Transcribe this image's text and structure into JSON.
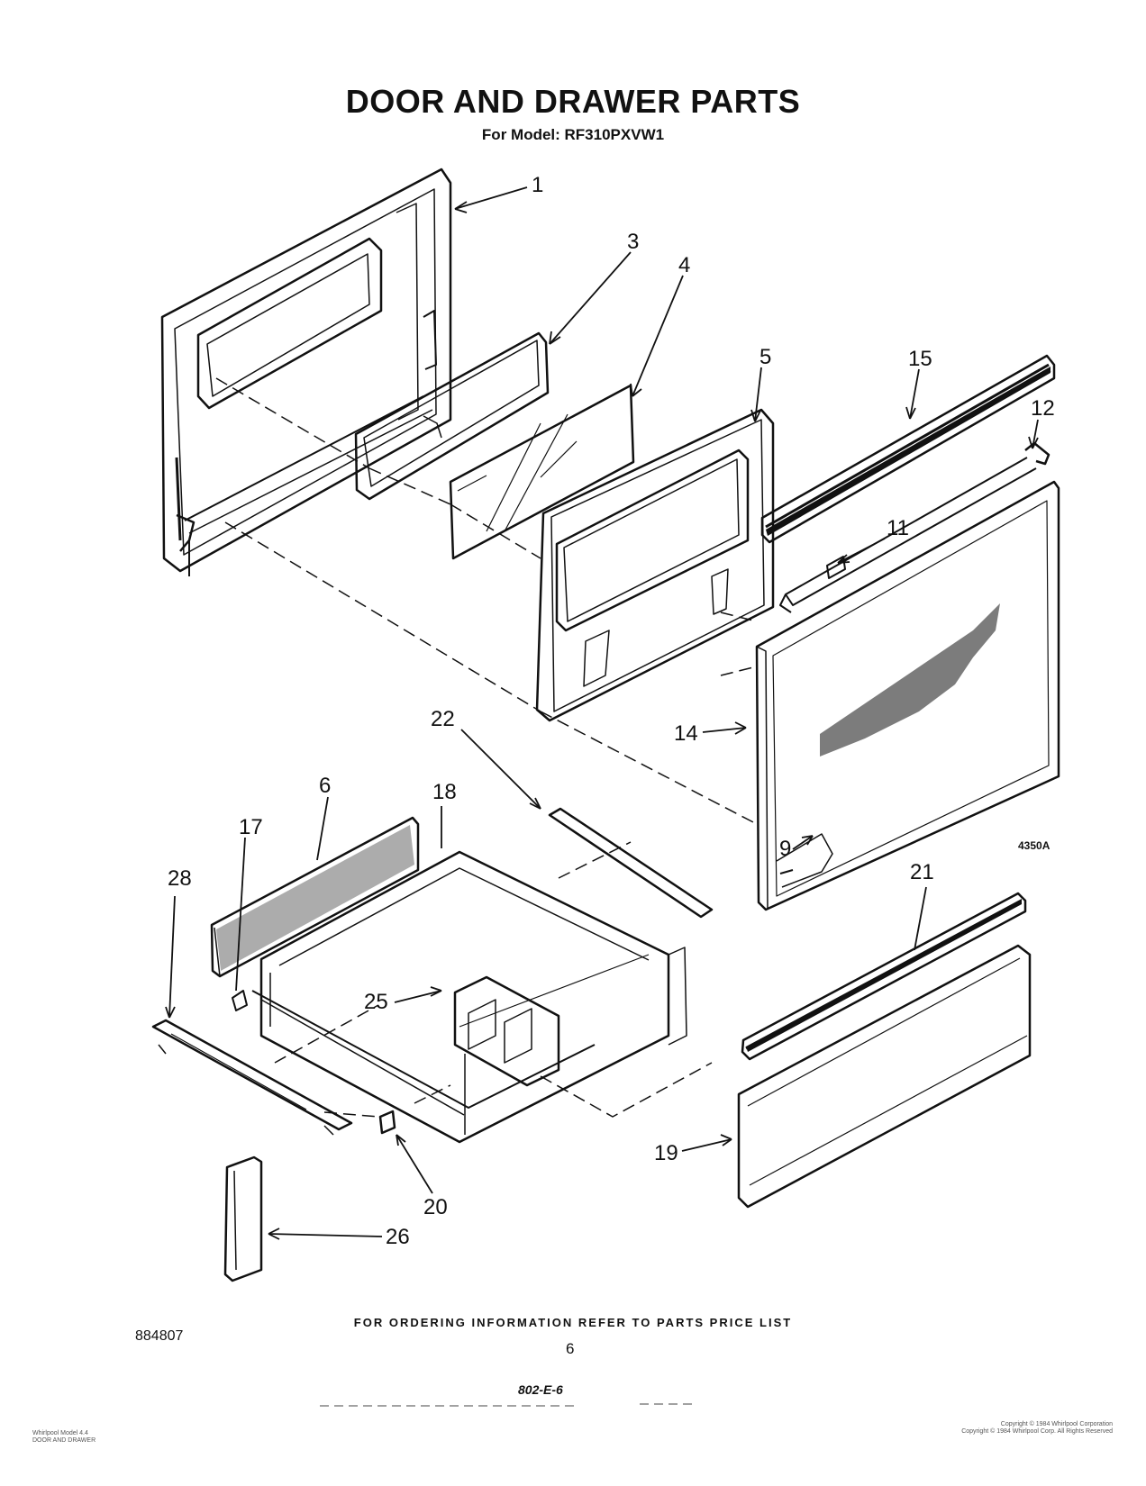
{
  "header": {
    "title": "DOOR AND DRAWER PARTS",
    "model": "For Model: RF310PXVW1"
  },
  "callouts": {
    "p1": "1",
    "p3": "3",
    "p4": "4",
    "p5": "5",
    "p15": "15",
    "p12": "12",
    "p11": "11",
    "p14": "14",
    "p9": "9",
    "p22": "22",
    "p18": "18",
    "p6": "6",
    "p17": "17",
    "p28": "28",
    "p25": "25",
    "p21": "21",
    "p19": "19",
    "p20": "20",
    "p26": "26"
  },
  "figure_code": "4350A",
  "footer": {
    "ordering": "FOR ORDERING INFORMATION REFER TO PARTS PRICE LIST",
    "doc_number": "884807",
    "page_number": "6",
    "code": "802-E-6",
    "left_note": [
      "Whirlpool Model 4.4",
      "DOOR AND DRAWER"
    ],
    "right_note": [
      "Copyright © 1984 Whirlpool Corporation",
      "Copyright © 1984 Whirlpool Corp. All Rights Reserved"
    ]
  }
}
